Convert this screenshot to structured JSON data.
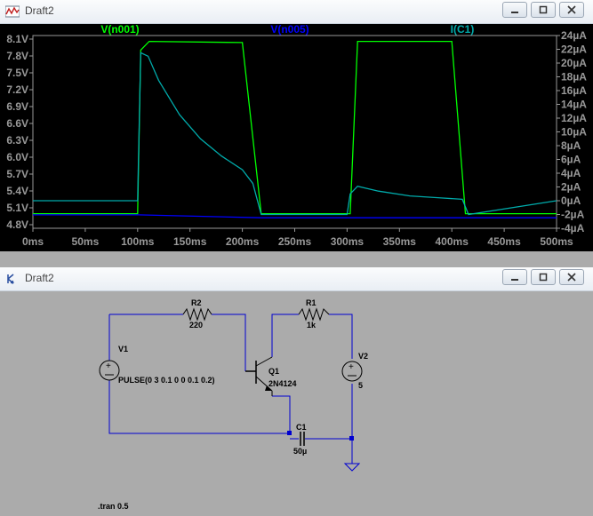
{
  "waveform_window": {
    "title": "Draft2",
    "traces": [
      {
        "name": "V(n001)",
        "color": "#00ff00"
      },
      {
        "name": "V(n005)",
        "color": "#0000ff"
      },
      {
        "name": "I(C1)",
        "color": "#00aaaa"
      }
    ],
    "left_ticks": [
      "8.1V",
      "7.8V",
      "7.5V",
      "7.2V",
      "6.9V",
      "6.6V",
      "6.3V",
      "6.0V",
      "5.7V",
      "5.4V",
      "5.1V",
      "4.8V"
    ],
    "right_ticks": [
      "24µA",
      "22µA",
      "20µA",
      "18µA",
      "16µA",
      "14µA",
      "12µA",
      "10µA",
      "8µA",
      "6µA",
      "4µA",
      "2µA",
      "0µA",
      "-2µA",
      "-4µA"
    ],
    "x_ticks": [
      "0ms",
      "50ms",
      "100ms",
      "150ms",
      "200ms",
      "250ms",
      "300ms",
      "350ms",
      "400ms",
      "450ms",
      "500ms"
    ]
  },
  "chart_data": {
    "type": "line",
    "title": "",
    "xlabel": "",
    "ylabel": "",
    "x_range_ms": [
      0,
      500
    ],
    "y_left_range_V": [
      4.8,
      8.1
    ],
    "y_right_range_uA": [
      -4,
      24
    ],
    "grid": false,
    "series": [
      {
        "name": "V(n001)",
        "axis": "left",
        "unit": "V",
        "x": [
          0,
          100,
          103,
          111,
          200,
          218,
          300,
          303,
          310,
          400,
          413,
          500
        ],
        "y": [
          5.05,
          5.05,
          7.85,
          8.0,
          7.98,
          5.05,
          5.05,
          5.05,
          8.0,
          8.0,
          5.05,
          5.05
        ]
      },
      {
        "name": "V(n005)",
        "axis": "left",
        "unit": "V",
        "x": [
          0,
          100,
          218,
          500
        ],
        "y": [
          5.03,
          5.03,
          4.98,
          4.98
        ]
      },
      {
        "name": "I(C1)",
        "axis": "right",
        "unit": "µA",
        "x": [
          0,
          100,
          103,
          110,
          120,
          140,
          160,
          180,
          200,
          210,
          218,
          300,
          303,
          310,
          330,
          360,
          390,
          410,
          416,
          500
        ],
        "y": [
          0,
          0,
          21.5,
          21.0,
          17.5,
          12.5,
          9.0,
          6.5,
          4.5,
          2.5,
          -2,
          -2,
          1.0,
          2.1,
          1.4,
          0.7,
          0.4,
          0.2,
          -2,
          0
        ]
      }
    ]
  },
  "schematic_window": {
    "title": "Draft2",
    "components": {
      "R2": {
        "name": "R2",
        "value": "220"
      },
      "R1": {
        "name": "R1",
        "value": "1k"
      },
      "V1": {
        "name": "V1",
        "value": "PULSE(0 3 0.1 0 0 0.1 0.2)"
      },
      "V2": {
        "name": "V2",
        "value": "5"
      },
      "Q1": {
        "name": "Q1",
        "value": "2N4124"
      },
      "C1": {
        "name": "C1",
        "value": "50µ"
      }
    },
    "directive": ".tran 0.5"
  }
}
